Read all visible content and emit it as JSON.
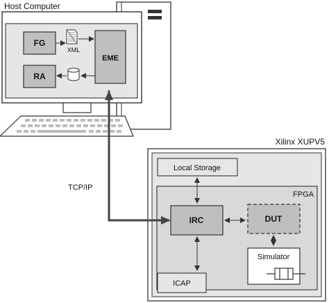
{
  "host": {
    "title": "Host Computer",
    "fg": "FG",
    "ra": "RA",
    "eme": "EME",
    "xml": "XML"
  },
  "link": {
    "label": "TCP/IP"
  },
  "board": {
    "title": "Xilinx XUPV5",
    "local_storage": "Local Storage",
    "fpga_title": "FPGA",
    "irc": "IRC",
    "dut": "DUT",
    "simulator": "Simulator",
    "icap": "ICAP"
  },
  "colors": {
    "box_fill": "#bfbfbf",
    "panel_fill": "#e6e6e6",
    "fpga_fill": "#d9d9d9",
    "line": "#333333"
  }
}
